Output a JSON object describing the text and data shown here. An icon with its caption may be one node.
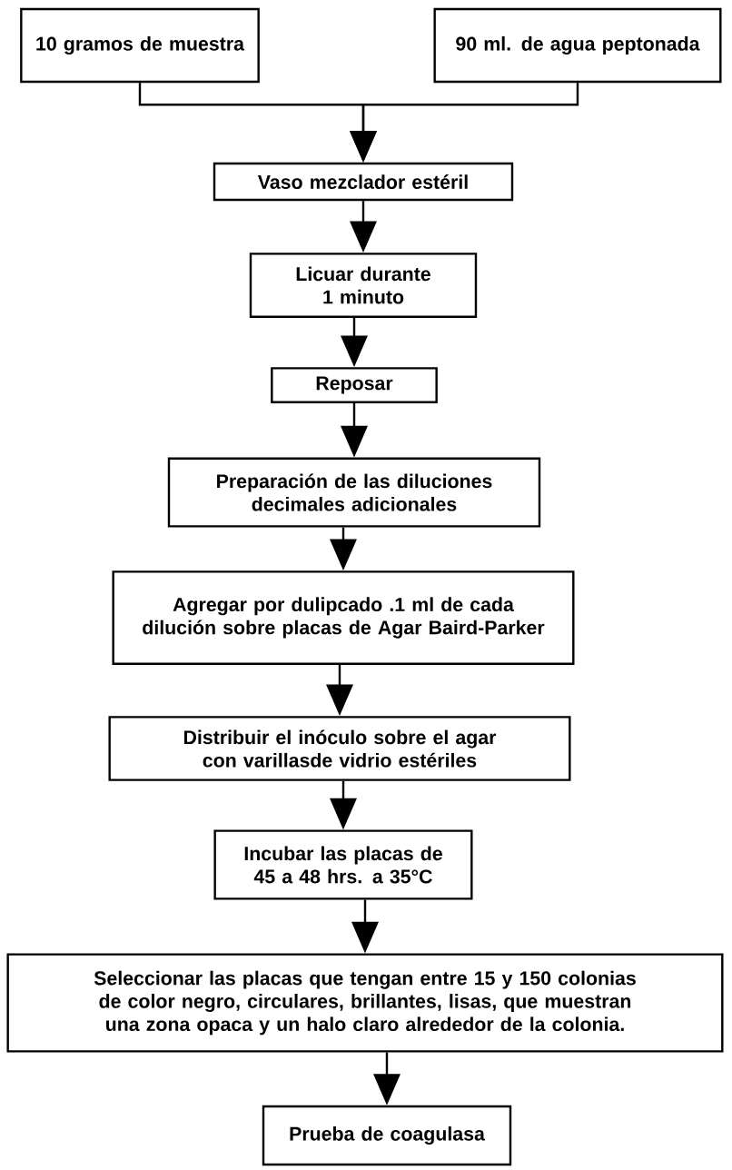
{
  "diagram": {
    "nodes": [
      {
        "text": [
          "10 gramos de muestra"
        ]
      },
      {
        "text": [
          "90 ml. de agua peptonada"
        ]
      },
      {
        "text": [
          "Vaso mezclador estéril"
        ]
      },
      {
        "text": [
          "Licuar durante 1 minuto"
        ]
      },
      {
        "text": [
          "Reposar"
        ]
      },
      {
        "text": [
          "Preparación de las diluciones decimales adicionales"
        ]
      },
      {
        "text": [
          "Agregar por dulipcado .1 ml de cada dilución sobre placas de Agar Baird-Parker"
        ]
      },
      {
        "text": [
          "Distribuir el inóculo sobre el agar con varillasde vidrio estériles"
        ]
      },
      {
        "text": [
          "Incubar las placas de 45 a 48 hrs. a 35°C"
        ]
      },
      {
        "text": [
          "Seleccionar las placas que tengan entre 15 y 150 colonias de color negro, circulares, brillantes, lisas, que muestran una zona opaca y un halo claro alrededor de la colonia."
        ]
      },
      {
        "text": [
          "Prueba de coagulasa"
        ]
      }
    ],
    "edges": [
      {
        "from": 0,
        "to": 2,
        "arrow": "to"
      },
      {
        "from": 1,
        "to": 2,
        "arrow": "to"
      },
      {
        "from": 2,
        "to": 3,
        "arrow": "to"
      },
      {
        "from": 3,
        "to": 4,
        "arrow": "to"
      },
      {
        "from": 4,
        "to": 5,
        "arrow": "to"
      },
      {
        "from": 5,
        "to": 6,
        "arrow": "to"
      },
      {
        "from": 6,
        "to": 7,
        "arrow": "to"
      },
      {
        "from": 7,
        "to": 8,
        "arrow": "to"
      },
      {
        "from": 8,
        "to": 9,
        "arrow": "to"
      },
      {
        "from": 9,
        "to": 10,
        "arrow": "to"
      }
    ]
  }
}
